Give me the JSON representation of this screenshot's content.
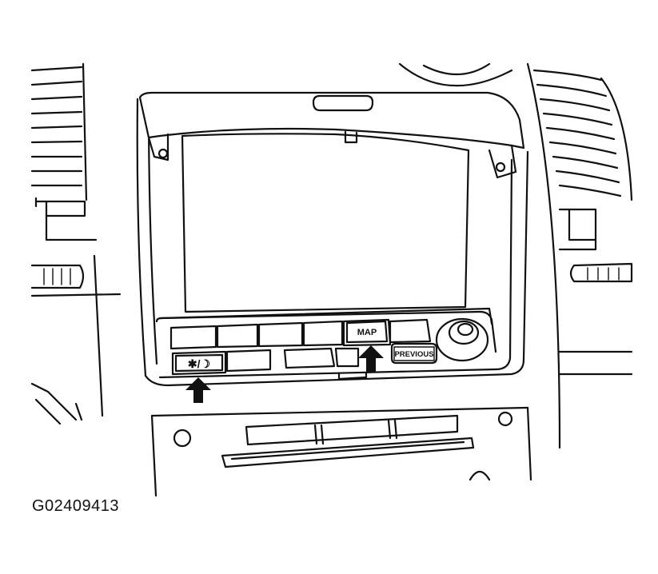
{
  "diagram": {
    "figure_id": "G02409413",
    "buttons": {
      "map_label": "MAP",
      "previous_label": "PREVIOUS",
      "day_night_symbol": "✱/☽"
    },
    "icons": [
      "day-night-icon",
      "arrow-up-icon",
      "joystick-knob-icon"
    ],
    "colors": {
      "line": "#111111",
      "background": "#ffffff"
    }
  }
}
